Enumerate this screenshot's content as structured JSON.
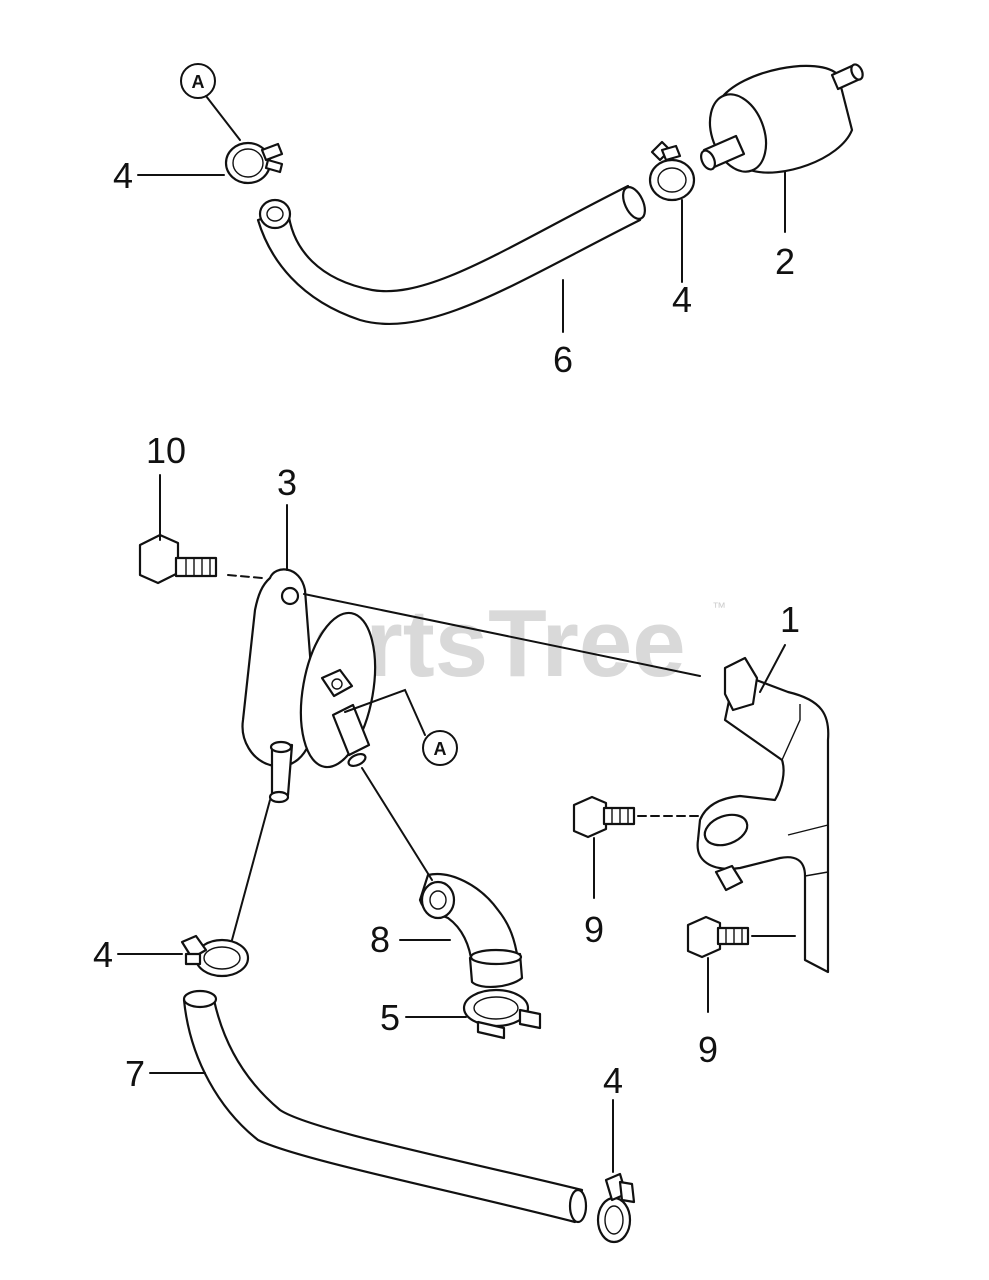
{
  "watermark": {
    "text": "PartsTree",
    "trademark": "™"
  },
  "callouts": [
    {
      "id": "A",
      "label": "A"
    },
    {
      "id": "A2",
      "label": "A"
    }
  ],
  "labels": {
    "top_clamp_left": "4",
    "top_filter": "2",
    "top_clamp_right": "4",
    "top_hose": "6",
    "bolt_pump": "10",
    "pump": "3",
    "bracket": "1",
    "bolt_upper": "9",
    "bolt_lower": "9",
    "clamp_left": "4",
    "elbow": "8",
    "clamp_elbow": "5",
    "hose_lower": "7",
    "clamp_bottom": "4"
  }
}
